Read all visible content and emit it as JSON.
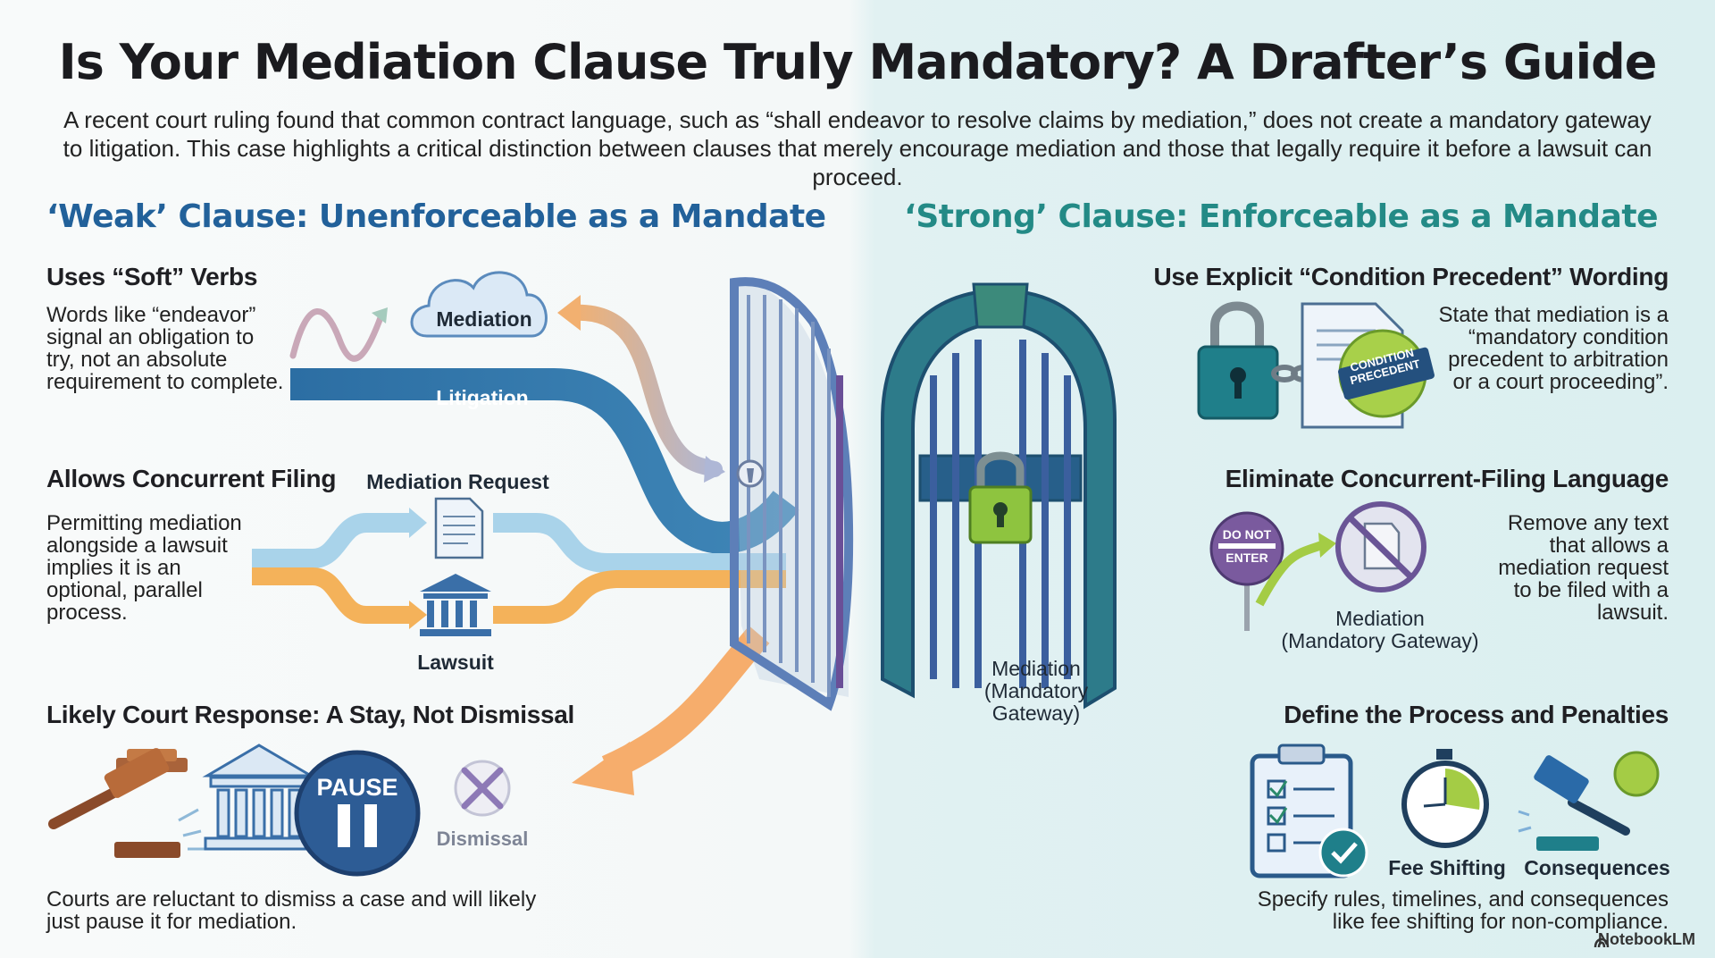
{
  "title": "Is Your Mediation Clause Truly Mandatory? A Drafter’s Guide",
  "intro": "A recent court ruling found that common contract language, such as “shall endeavor to resolve claims by mediation,” does not create a mandatory gateway to litigation. This case highlights a critical distinction between clauses that merely encourage mediation and those that legally require it before a lawsuit can proceed.",
  "weak": {
    "heading": "‘Weak’ Clause: Unenforceable as a Mandate",
    "soft_verbs": {
      "heading": "Uses “Soft” Verbs",
      "text": "Words like “endeavor” signal an obligation to try, not an absolute requirement to complete."
    },
    "concurrent": {
      "heading": "Allows Concurrent Filing",
      "text": "Permitting mediation alongside a lawsuit implies it is an optional, parallel process."
    },
    "court": {
      "heading": "Likely Court Response: A Stay, Not Dismissal",
      "text": "Courts are reluctant to dismiss a case and will likely just pause it for mediation."
    },
    "labels": {
      "mediation": "Mediation",
      "litigation": "Litigation",
      "mediation_request": "Mediation Request",
      "lawsuit": "Lawsuit",
      "pause": "PAUSE",
      "dismissal": "Dismissal"
    }
  },
  "strong": {
    "heading": "‘Strong’ Clause: Enforceable as a Mandate",
    "condition": {
      "heading": "Use Explicit “Condition Precedent” Wording",
      "text": "State that mediation is a “mandatory condition precedent to arbitration or a court proceeding”.",
      "seal_line1": "CONDITION",
      "seal_line2": "PRECEDENT"
    },
    "eliminate": {
      "heading": "Eliminate Concurrent-Filing Language",
      "text": "Remove any text that allows a mediation request to be filed with a lawsuit.",
      "sign_line1": "DO NOT",
      "sign_line2": "ENTER",
      "mediation_label": "Mediation",
      "gateway_label": "(Mandatory Gateway)"
    },
    "process": {
      "heading": "Define the Process and Penalties",
      "text": "Specify rules, timelines, and consequences like fee shifting for non-compliance.",
      "fee_shifting": "Fee Shifting",
      "consequences": "Consequences"
    }
  },
  "gate": {
    "label_line1": "Mediation",
    "label_line2": "(Mandatory",
    "label_line3": "Gateway)"
  },
  "watermark": "NotebookLM",
  "colors": {
    "weak_blue": "#22619a",
    "strong_teal": "#238a86",
    "lock_green": "#7fbf3f",
    "purple": "#6a4f97",
    "orange": "#f4a64a"
  },
  "icons": [
    "cloud-icon",
    "document-icon",
    "courthouse-icon",
    "gavel-icon",
    "pause-icon",
    "x-circle-icon",
    "padlock-icon",
    "chain-icon",
    "seal-icon",
    "do-not-enter-icon",
    "clipboard-checklist-icon",
    "stopwatch-icon",
    "dollar-gavel-icon",
    "gate-icon"
  ]
}
